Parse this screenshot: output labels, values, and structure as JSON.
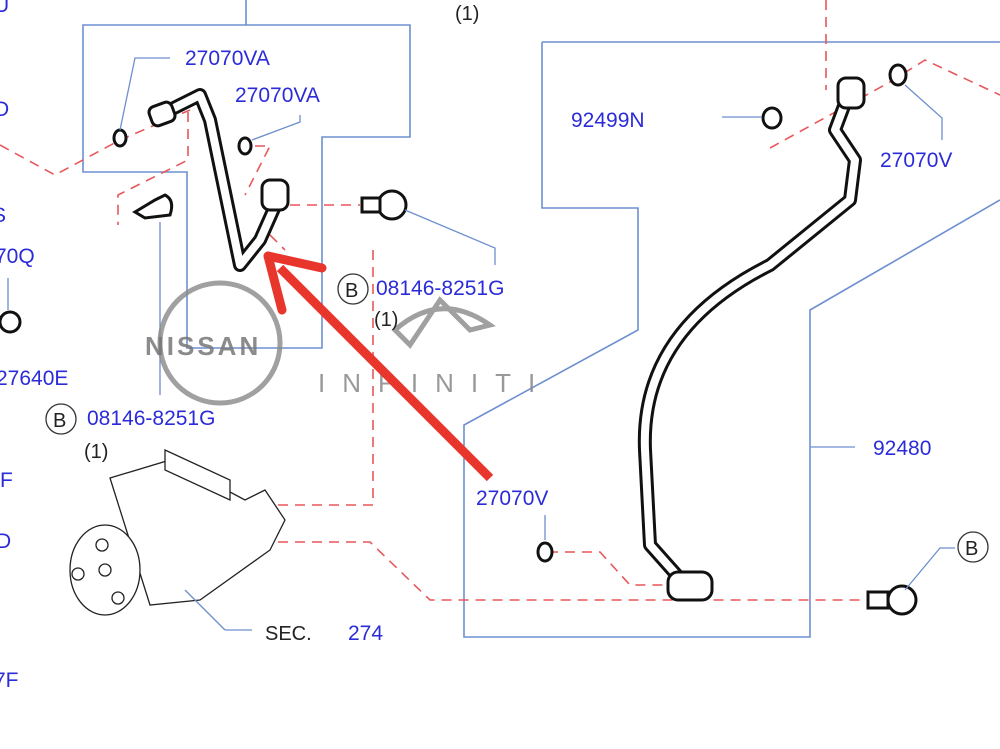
{
  "diagram": {
    "part_numbers": {
      "oring_top_1": "27070VA",
      "oring_top_2": "27070VA",
      "bolt_center": "08146-8251G",
      "bolt_center_qty": "(1)",
      "bolt_left": "08146-8251G",
      "bolt_left_qty": "(1)",
      "cap": "92499N",
      "oring_right_top": "27070V",
      "oring_center": "27070V",
      "hose_main": "92480",
      "top_qty": "(1)"
    },
    "section_ref": {
      "prefix": "SEC.",
      "number": "274"
    },
    "bolt_marker": "B",
    "left_edge_labels": [
      "U",
      "D",
      "S",
      "70Q",
      "27640E",
      "F",
      "D",
      "7F"
    ],
    "watermarks": {
      "nissan": "NISSAN",
      "infiniti": "INFINITI"
    },
    "colors": {
      "part_number": "#2b2bd9",
      "frame": "#6d8fd0",
      "dashed_leader": "#e8575a",
      "arrow": "#e8362d"
    }
  }
}
